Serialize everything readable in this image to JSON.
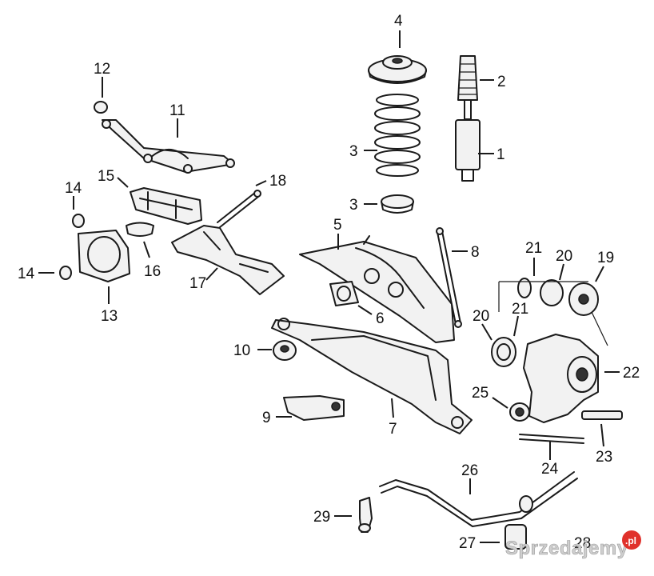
{
  "labels": {
    "n1": "1",
    "n2": "2",
    "n3a": "3",
    "n3b": "3",
    "n4": "4",
    "n5": "5",
    "n6": "6",
    "n7": "7",
    "n8": "8",
    "n9": "9",
    "n10": "10",
    "n11": "11",
    "n12": "12",
    "n13": "13",
    "n14a": "14",
    "n14b": "14",
    "n15": "15",
    "n16": "16",
    "n17": "17",
    "n18": "18",
    "n19": "19",
    "n20a": "20",
    "n20b": "20",
    "n21a": "21",
    "n21b": "21",
    "n22": "22",
    "n23": "23",
    "n24": "24",
    "n25": "25",
    "n26": "26",
    "n27": "27",
    "n28": "28",
    "n29": "29"
  },
  "watermark": {
    "text": "Sprzedajemy",
    "suffix": ".pl",
    "color": "#e0312b"
  }
}
